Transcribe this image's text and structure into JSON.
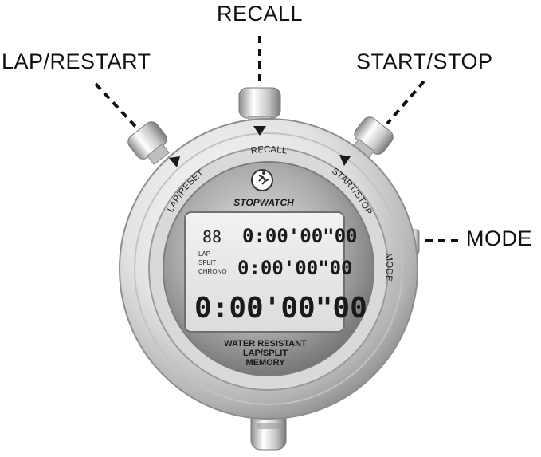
{
  "callouts": {
    "recall": "RECALL",
    "lap_restart": "LAP/RESTART",
    "start_stop": "START/STOP",
    "mode": "MODE"
  },
  "bezel": {
    "recall": "RECALL",
    "lap_reset": "LAP/RESET",
    "start_stop": "START/STOP",
    "mode": "MODE"
  },
  "face": {
    "brand": "STOPWATCH",
    "bottom_line1": "WATER RESISTANT",
    "bottom_line2": "LAP/SPLIT",
    "bottom_line3": "MEMORY"
  },
  "display": {
    "row1_prefix": "88",
    "row1_time": "0:00'00\"00",
    "row2_labels": [
      "LAP",
      "SPLIT",
      "CHRONO"
    ],
    "row2_time": "0:00'00\"00",
    "row3_time": "0:00'00\"00"
  },
  "colors": {
    "metal_dark": "#7a7a7a",
    "metal_light": "#f4f4f4",
    "lcd": "#e9e9e9",
    "ink": "#111111"
  }
}
